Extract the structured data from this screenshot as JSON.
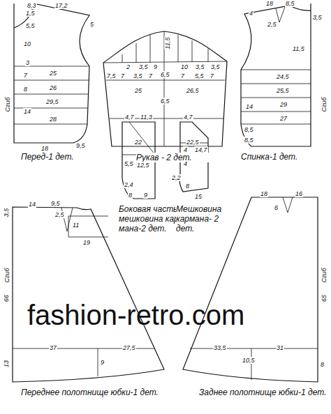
{
  "diagram": {
    "nodes": [
      {
        "text": [
          "Перед-1 дет."
        ]
      },
      {
        "text": [
          "Рукав - 2 дет."
        ]
      },
      {
        "text": [
          "Спинка-1 дет."
        ]
      },
      {
        "text": [
          "Боковая часть- мешковина кар- мана-2 дет."
        ]
      },
      {
        "text": [
          "Мешковина кармана- 2 дет."
        ]
      },
      {
        "text": [
          "Переднее полотнище юбки-1 дет."
        ]
      },
      {
        "text": [
          "Заднее полотнище юбки-1 дет."
        ]
      }
    ],
    "labels": [
      "8,3",
      "17,2",
      "5",
      "1,5",
      "5,5",
      "10",
      "3",
      "25",
      "7",
      "26",
      "8",
      "29,5",
      "28",
      "Сгиб",
      "14",
      "18",
      "9,5",
      "2",
      "3,5",
      "9",
      "11,5",
      "10",
      "3,5",
      "3,5",
      "7,5",
      "7",
      "3,5",
      "7",
      "6,5",
      "7",
      "5,5",
      "7",
      "25",
      "6,5",
      "26,5",
      "22",
      "22,5",
      "4",
      "18",
      "8,5",
      "2,5",
      "3,5",
      "11,5",
      "24,5",
      "25,5",
      "29",
      "27",
      "Сгиб",
      "14",
      "8,5",
      "8,5",
      "4,7",
      "11,3",
      "5,5",
      "12,5",
      "2,4",
      "8",
      "9",
      "4,7",
      "4",
      "14,7",
      "4",
      "2,2",
      "8",
      "15",
      "3,5",
      "14",
      "9,5",
      "2,5",
      "11",
      "19",
      "Сгиб",
      "66",
      "37",
      "27,5",
      "13",
      "9",
      "18",
      "16",
      "6",
      "Сгиб",
      "65",
      "33,5",
      "31",
      "10,5",
      "8",
      "fashion-retro.com"
    ]
  }
}
